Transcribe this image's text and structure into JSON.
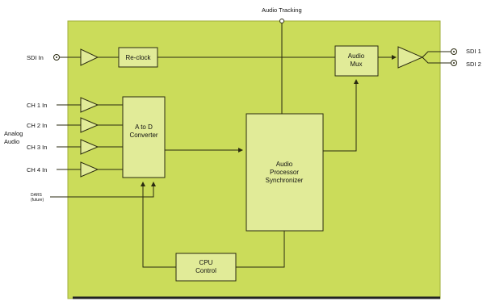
{
  "diagram": {
    "top_label": "Audio Tracking",
    "inputs": {
      "sdi_in": "SDI In",
      "ch1": "CH 1 In",
      "ch2": "CH 2 In",
      "ch3": "CH 3 In",
      "ch4": "CH 4 In",
      "analog_audio_line1": "Analog",
      "analog_audio_line2": "Audio",
      "dars_line1": "DARS",
      "dars_line2": "(future)"
    },
    "outputs": {
      "sdi1": "SDI 1",
      "sdi2": "SDI 2"
    },
    "blocks": {
      "reclock": "Re-clock",
      "audio_mux_line1": "Audio",
      "audio_mux_line2": "Mux",
      "atod_line1": "A to D",
      "atod_line2": "Converter",
      "processor_line1": "Audio",
      "processor_line2": "Processor",
      "processor_line3": "Synchronizer",
      "cpu_line1": "CPU",
      "cpu_line2": "Control"
    },
    "colors": {
      "panel": "#cbdc5a",
      "block": "#e1eb98",
      "line": "#2a2a10"
    }
  }
}
